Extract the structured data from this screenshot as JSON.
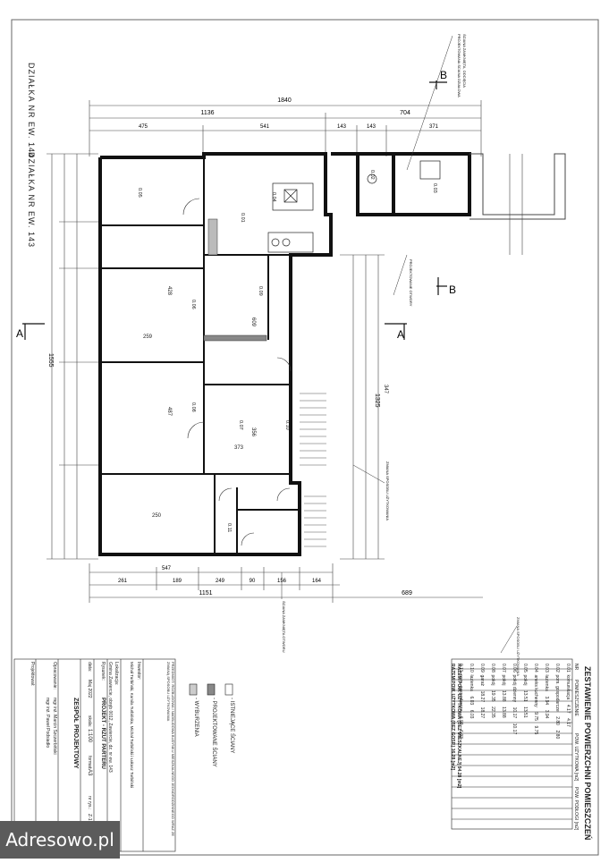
{
  "plot_labels": {
    "parcel_top": "DZIAŁKA NR EW. 144",
    "parcel_side": "DZIAŁKA NR EW. 143",
    "section_a": "A",
    "section_b": "B"
  },
  "dimensions": {
    "overall_width": "1840",
    "house_width": "1136",
    "garage_width": "704",
    "bottom_width": "1151",
    "bottom_inner": "547",
    "right_total": "1325",
    "left_total": "1555",
    "right_offset": "689",
    "top_chain": [
      "475",
      "541",
      "143",
      "143",
      "371"
    ],
    "bottom_chain": [
      "261",
      "189",
      "249",
      "90",
      "156",
      "164"
    ],
    "room_dims": [
      "259",
      "428",
      "487",
      "373",
      "356",
      "609",
      "250",
      "347"
    ]
  },
  "rooms": [
    "0.01",
    "0.02",
    "0.03",
    "0.04",
    "0.05",
    "0.06",
    "0.07",
    "0.08",
    "0.09",
    "0.10",
    "0.11"
  ],
  "annotations": {
    "note_top": "PROJEKTOWANA ŚCIANA DZIAŁOWA",
    "note_top2": "ŚCIANA ZAMKNIĘTA, ODCIĘCIA",
    "note_right": "PROJEKTOWANE OTWORY",
    "note_bottom": "ŚCIANA ZAMKNIĘTA OTWORU",
    "note_passage": "ZMIANA SPOSOBU UŻYTKOWANIA"
  },
  "room_table": {
    "title": "ZESTAWIENIE POWIERZCHNI POMIESZCZEŃ",
    "headers": [
      "NR",
      "POMIESZCZENIE",
      "POW. UŻYTKOWA [m2]",
      "POW. PODŁOGI [m2]"
    ],
    "rows": [
      [
        "0.01",
        "komunikacja",
        "4.17",
        "4.17"
      ],
      [
        "0.02",
        "pom. gospodarcze",
        "2.80",
        "2.80"
      ],
      [
        "0.03",
        "łazienka",
        "3.94",
        "3.94"
      ],
      [
        "0.04",
        "aneks kuchenny",
        "9.75",
        "9.75"
      ],
      [
        "0.05",
        "pokój",
        "13.51",
        "13.51"
      ],
      [
        "0.06",
        "pokój dzienny",
        "10.17",
        "10.17"
      ],
      [
        "0.07",
        "pokój",
        "13.88",
        "13.88"
      ],
      [
        "0.08",
        "pokój",
        "19.35",
        "22.35"
      ],
      [
        "0.09",
        "garaż",
        "18.27",
        "18.27"
      ],
      [
        "0.10",
        "łazienka",
        "6.03",
        "6.03"
      ],
      [
        "0.11",
        "pom. gospodarcze",
        "6.03",
        "6.03"
      ]
    ],
    "total_living": "RAZEM POW. UŻYTKOWA (BEZ MIESZKALNEJ) 94.28 [m2]",
    "total_other": "RAZEM POW. UŻYTKOWA (BEZ GOSP.) 16.28 [m2]",
    "note": "ZMIANA SPOSOBU UŻYTKOWANIA"
  },
  "legend": {
    "existing": "- ISTNIEJĄCE ŚCIANY",
    "designed": "- PROJEKTOWANE ŚCIANY",
    "demolished": "- WYBURZENIA"
  },
  "title_block": {
    "notes_label": "PRZEDMIOT: ROZBUDOWA I NADBUDOWA BUDYNKU MIESZKALNEGO JEDNORODZINNEGO WRAZ ZE ZMIANĄ SPOSOBU UŻYTKOWANIA",
    "investor_label": "Inwestor:",
    "investor": "Michał Turbiński, Kamila Turbińska, Michał Turbiński i Łukasz Turbiński",
    "location_label": "Lokalizacja:",
    "location": "Gmina Zawiercie, obręb 0012, Zawiercie, dz. nr ew. 143",
    "drawing_label": "Rysunek:",
    "drawing": "PROJEKT - RZUT PARTERU",
    "date_label": "data:",
    "date": "Maj 2022",
    "scale_label": "skala:",
    "scale": "1:100",
    "format_label": "format:",
    "format": "A3",
    "sheet_label": "nr rys.:",
    "sheet": "Z-1",
    "company": "ZESPÓŁ PROJEKTOWY",
    "prepared_label": "Opracowanie:",
    "author1": "mgr inż. Marcin Szczerbiński",
    "author2": "mgr inż. Paweł Podsiadło",
    "designer_label": "Projektował:"
  },
  "watermark": "Adresowo.pl"
}
